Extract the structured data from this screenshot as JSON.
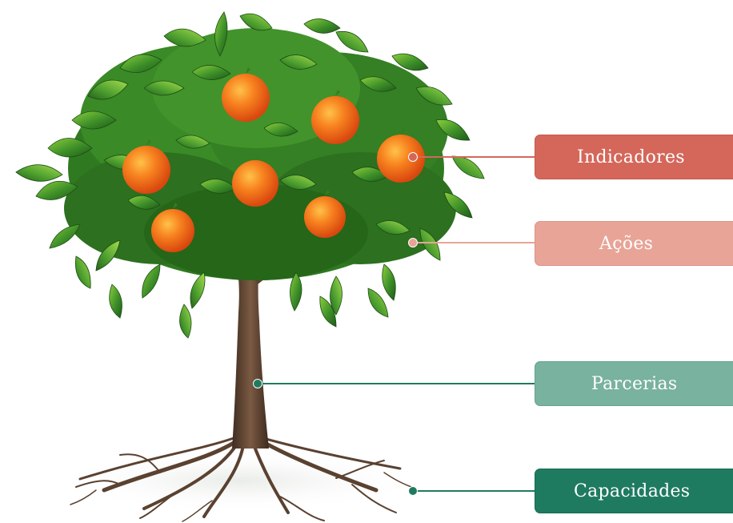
{
  "labels": {
    "indicadores": "Indicadores",
    "acoes": "Ações",
    "parcerias": "Parcerias",
    "capacidades": "Capacidades"
  },
  "colors": {
    "indicadores": "#d4675a",
    "acoes": "#e8a497",
    "parcerias": "#79b29e",
    "capacidades": "#1f7b60",
    "fruit": "#f0701e",
    "leaf": "#3f8f2a",
    "trunk": "#5a4130"
  },
  "illustration": {
    "subject": "orange-tree"
  }
}
